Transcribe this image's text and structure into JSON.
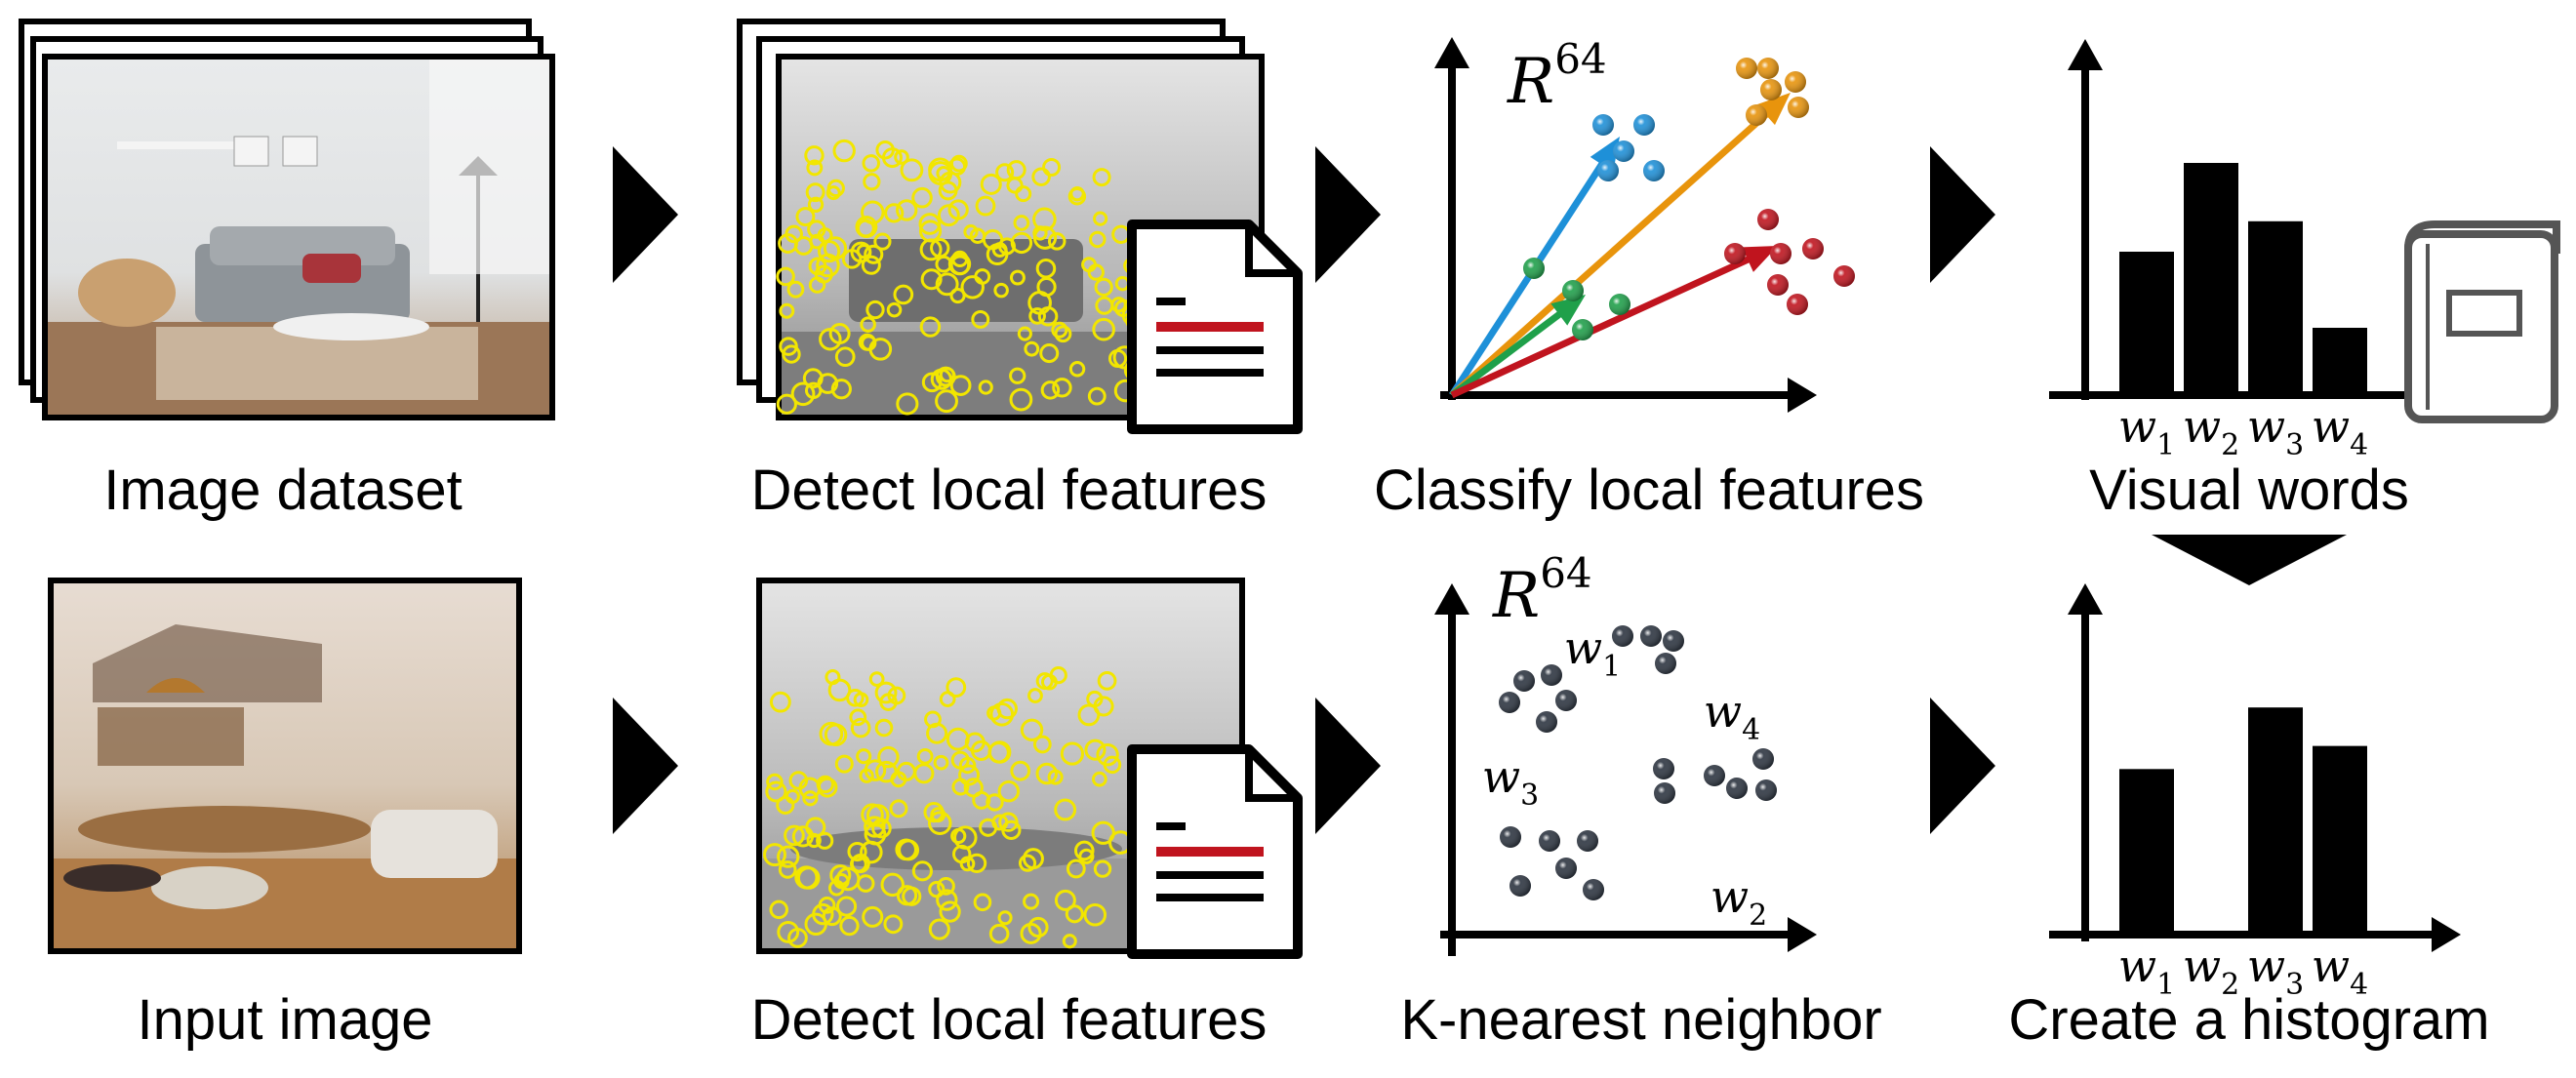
{
  "top_row": {
    "step1_caption": "Image dataset",
    "step2_caption": "Detect local features",
    "step3_caption": "Classify local features",
    "step4_caption": "Visual words",
    "space_label_base": "R",
    "space_label_exp": "64",
    "histogram_words": [
      "w1",
      "w2",
      "w3",
      "w4"
    ],
    "histogram_values": [
      0.55,
      0.9,
      0.67,
      0.25
    ]
  },
  "bottom_row": {
    "step1_caption": "Input image",
    "step2_caption": "Detect local features",
    "step3_caption": "K-nearest neighbor",
    "step4_caption": "Create a histogram",
    "space_label_base": "R",
    "space_label_exp": "64",
    "cluster_labels": [
      "w1",
      "w2",
      "w3",
      "w4"
    ],
    "histogram_words": [
      "w1",
      "w2",
      "w3",
      "w4"
    ],
    "histogram_values": [
      0.63,
      0.0,
      0.87,
      0.72
    ]
  },
  "colors": {
    "cluster_blue": "#1e90d8",
    "cluster_orange": "#e8940c",
    "cluster_green": "#1fa04a",
    "cluster_red": "#c0141e",
    "feature_marker": "#f2e600",
    "doc_bar_red": "#c0141e",
    "nn_point": "#2c3440"
  },
  "icons": [
    "photo-stack",
    "document-icon",
    "book-icon",
    "arrow-right-icon",
    "arrow-down-icon"
  ]
}
